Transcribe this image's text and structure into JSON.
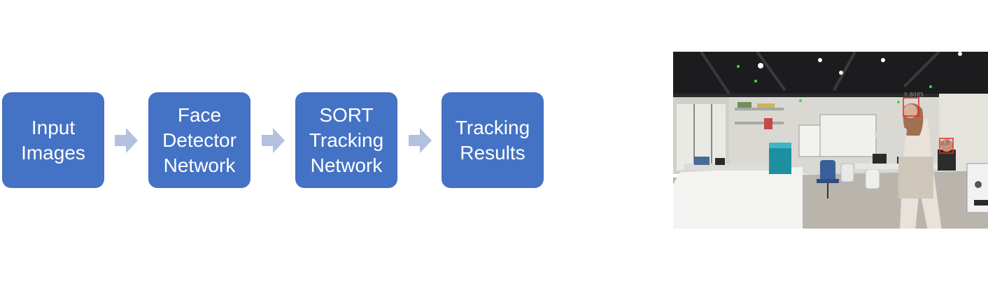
{
  "diagram": {
    "steps": [
      {
        "lines": [
          "Input",
          "Images"
        ]
      },
      {
        "lines": [
          "Face",
          "Detector",
          "Network"
        ]
      },
      {
        "lines": [
          "SORT",
          "Tracking",
          "Network"
        ]
      },
      {
        "lines": [
          "Tracking",
          "Results"
        ]
      }
    ],
    "colors": {
      "box": "#4472c4",
      "arrow": "#b4c0e0",
      "text": "#ffffff"
    }
  },
  "photo": {
    "detections": [
      {
        "score": "0.8085",
        "color": "#e8281e"
      },
      {
        "score": "0.8",
        "color": "#e8281e"
      }
    ]
  }
}
